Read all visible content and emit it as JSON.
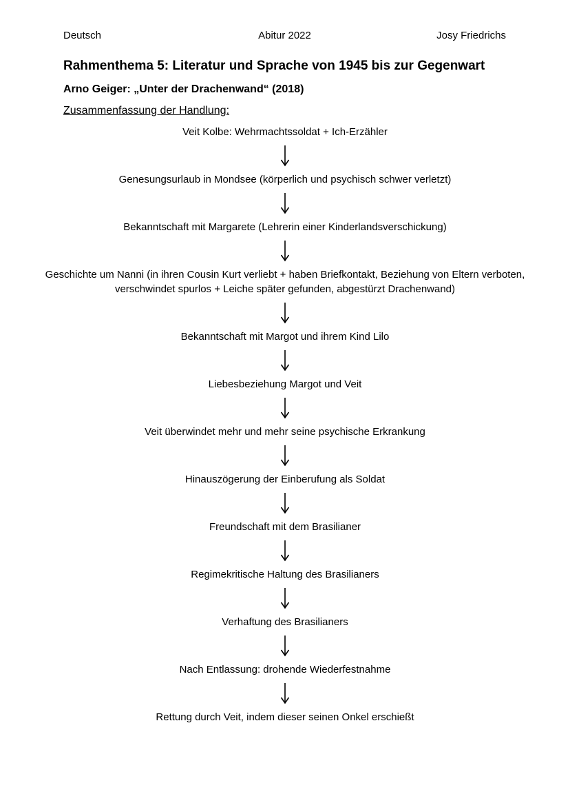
{
  "header": {
    "left": "Deutsch",
    "center": "Abitur 2022",
    "right": "Josy Friedrichs"
  },
  "title": "Rahmenthema 5: Literatur und Sprache von 1945 bis zur Gegenwart",
  "subtitle": "Arno Geiger: „Unter der Drachenwand“ (2018)",
  "section_label": "Zusammenfassung der Handlung:",
  "steps": [
    "Veit Kolbe: Wehrmachtssoldat + Ich-Erzähler",
    "Genesungsurlaub in Mondsee (körperlich und psychisch schwer verletzt)",
    "Bekanntschaft mit Margarete (Lehrerin einer Kinderlandsverschickung)",
    "Geschichte um Nanni (in ihren Cousin Kurt verliebt + haben Briefkontakt, Beziehung von Eltern verboten, verschwindet spurlos + Leiche später gefunden, abgestürzt Drachenwand)",
    "Bekanntschaft mit Margot und ihrem Kind Lilo",
    "Liebesbeziehung Margot und Veit",
    "Veit überwindet mehr und mehr seine psychische Erkrankung",
    "Hinauszögerung der Einberufung als Soldat",
    "Freundschaft mit dem Brasilianer",
    "Regimekritische Haltung des Brasilianers",
    "Verhaftung des Brasilianers",
    "Nach Entlassung: drohende Wiederfestnahme",
    "Rettung durch Veit, indem dieser seinen Onkel erschießt"
  ],
  "arrow_icon": "down-arrow-icon"
}
